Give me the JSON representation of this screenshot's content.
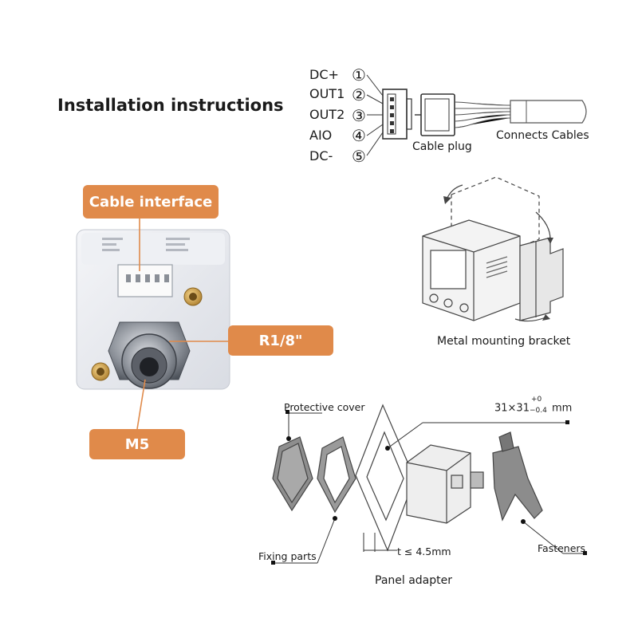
{
  "title": "Installation instructions",
  "pins": [
    {
      "label": "DC+",
      "num": "①"
    },
    {
      "label": "OUT1",
      "num": "②"
    },
    {
      "label": "OUT2",
      "num": "③"
    },
    {
      "label": "AIO",
      "num": "④"
    },
    {
      "label": "DC-",
      "num": "⑤"
    }
  ],
  "labels": {
    "cable_plug": "Cable plug",
    "connects_cables": "Connects Cables",
    "metal_bracket": "Metal mounting bracket",
    "protective_cover": "Protective cover",
    "fixing_parts": "Fixing parts",
    "panel_adapter": "Panel adapter",
    "fasteners": "Fasteners",
    "thickness": "t ≤ 4.5mm",
    "cutout_base": "31×31",
    "cutout_tol_plus": "+0",
    "cutout_tol_minus": "−0.4",
    "cutout_unit": "mm"
  },
  "tags": {
    "cable_interface": "Cable interface",
    "thread": "R1/8\"",
    "port": "M5"
  },
  "colors": {
    "accent": "#e08a4a",
    "line": "#333333"
  }
}
